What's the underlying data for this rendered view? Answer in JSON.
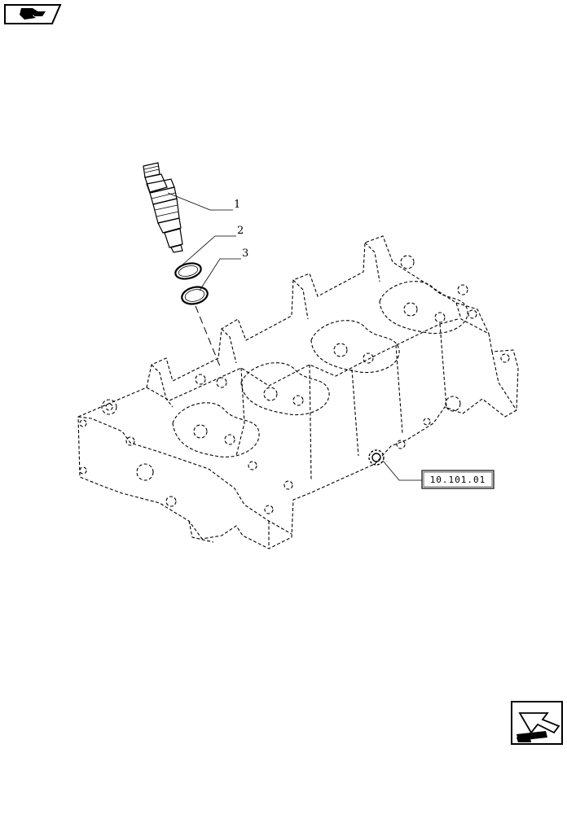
{
  "callouts": {
    "item_1": "1",
    "item_2": "2",
    "item_3": "3"
  },
  "reference": {
    "code": "10.101.01"
  },
  "icons": {
    "top_left": "book-arrow-icon",
    "bottom_right": "next-page-arrow-icon"
  }
}
